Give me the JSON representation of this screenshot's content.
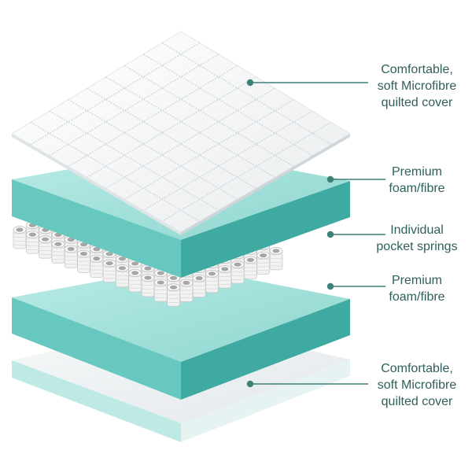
{
  "colors": {
    "leader": "#3f8078",
    "label_text": "#2f5f5a",
    "foam_top": "#a9e3de",
    "foam_side_left": "#63c6bd",
    "foam_side_right": "#3fa9a0",
    "cover_top": "#f6f7f8",
    "base_top": "#eff2f3",
    "base_side_left": "#bde8e4",
    "base_side_right": "#e8f4f3"
  },
  "layers": [
    {
      "id": "top-cover",
      "lines": [
        "Comfortable,",
        "soft Microfibre",
        "quilted cover"
      ]
    },
    {
      "id": "upper-foam",
      "lines": [
        "Premium",
        "foam/fibre"
      ]
    },
    {
      "id": "springs",
      "lines": [
        "Individual",
        "pocket springs"
      ]
    },
    {
      "id": "lower-foam",
      "lines": [
        "Premium",
        "foam/fibre"
      ]
    },
    {
      "id": "bottom-cover",
      "lines": [
        "Comfortable,",
        "soft Microfibre",
        "quilted cover"
      ]
    }
  ]
}
